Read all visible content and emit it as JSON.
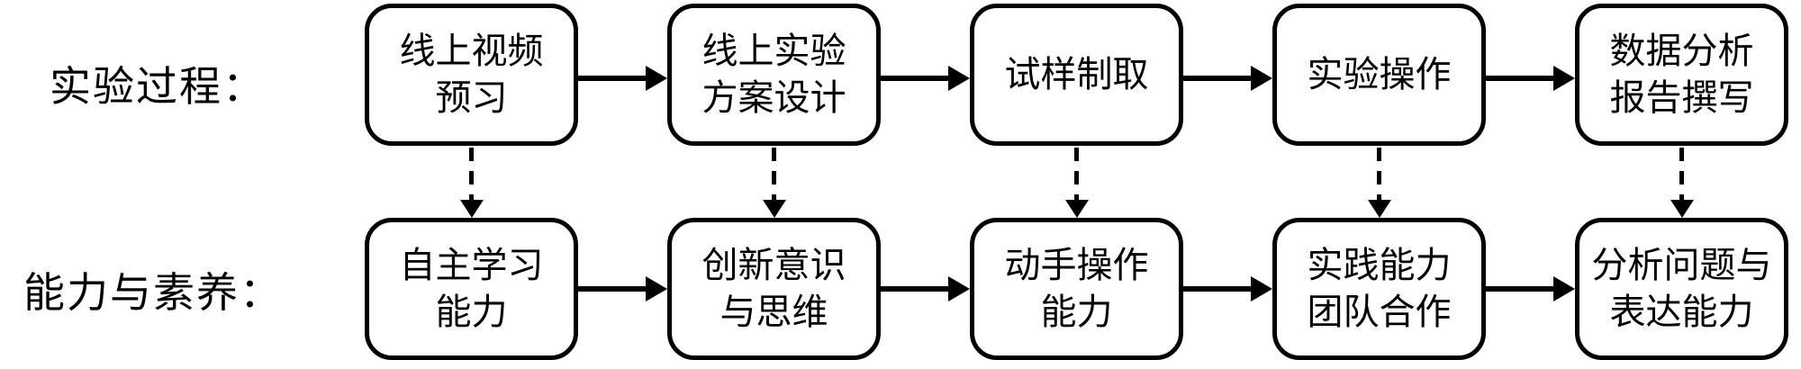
{
  "diagram": {
    "rows": [
      {
        "label": "实验过程：",
        "boxes": [
          {
            "lines": [
              "线上视频",
              "预习"
            ]
          },
          {
            "lines": [
              "线上实验",
              "方案设计"
            ]
          },
          {
            "lines": [
              "试样制取"
            ]
          },
          {
            "lines": [
              "实验操作"
            ]
          },
          {
            "lines": [
              "数据分析",
              "报告撰写"
            ]
          }
        ]
      },
      {
        "label": "能力与素养：",
        "boxes": [
          {
            "lines": [
              "自主学习",
              "能力"
            ]
          },
          {
            "lines": [
              "创新意识",
              "与思维"
            ]
          },
          {
            "lines": [
              "动手操作",
              "能力"
            ]
          },
          {
            "lines": [
              "实践能力",
              "团队合作"
            ]
          },
          {
            "lines": [
              "分析问题与",
              "表达能力"
            ]
          }
        ]
      }
    ],
    "colors": {
      "stroke": "#000000",
      "fill": "#ffffff",
      "background": "#ffffff"
    }
  }
}
